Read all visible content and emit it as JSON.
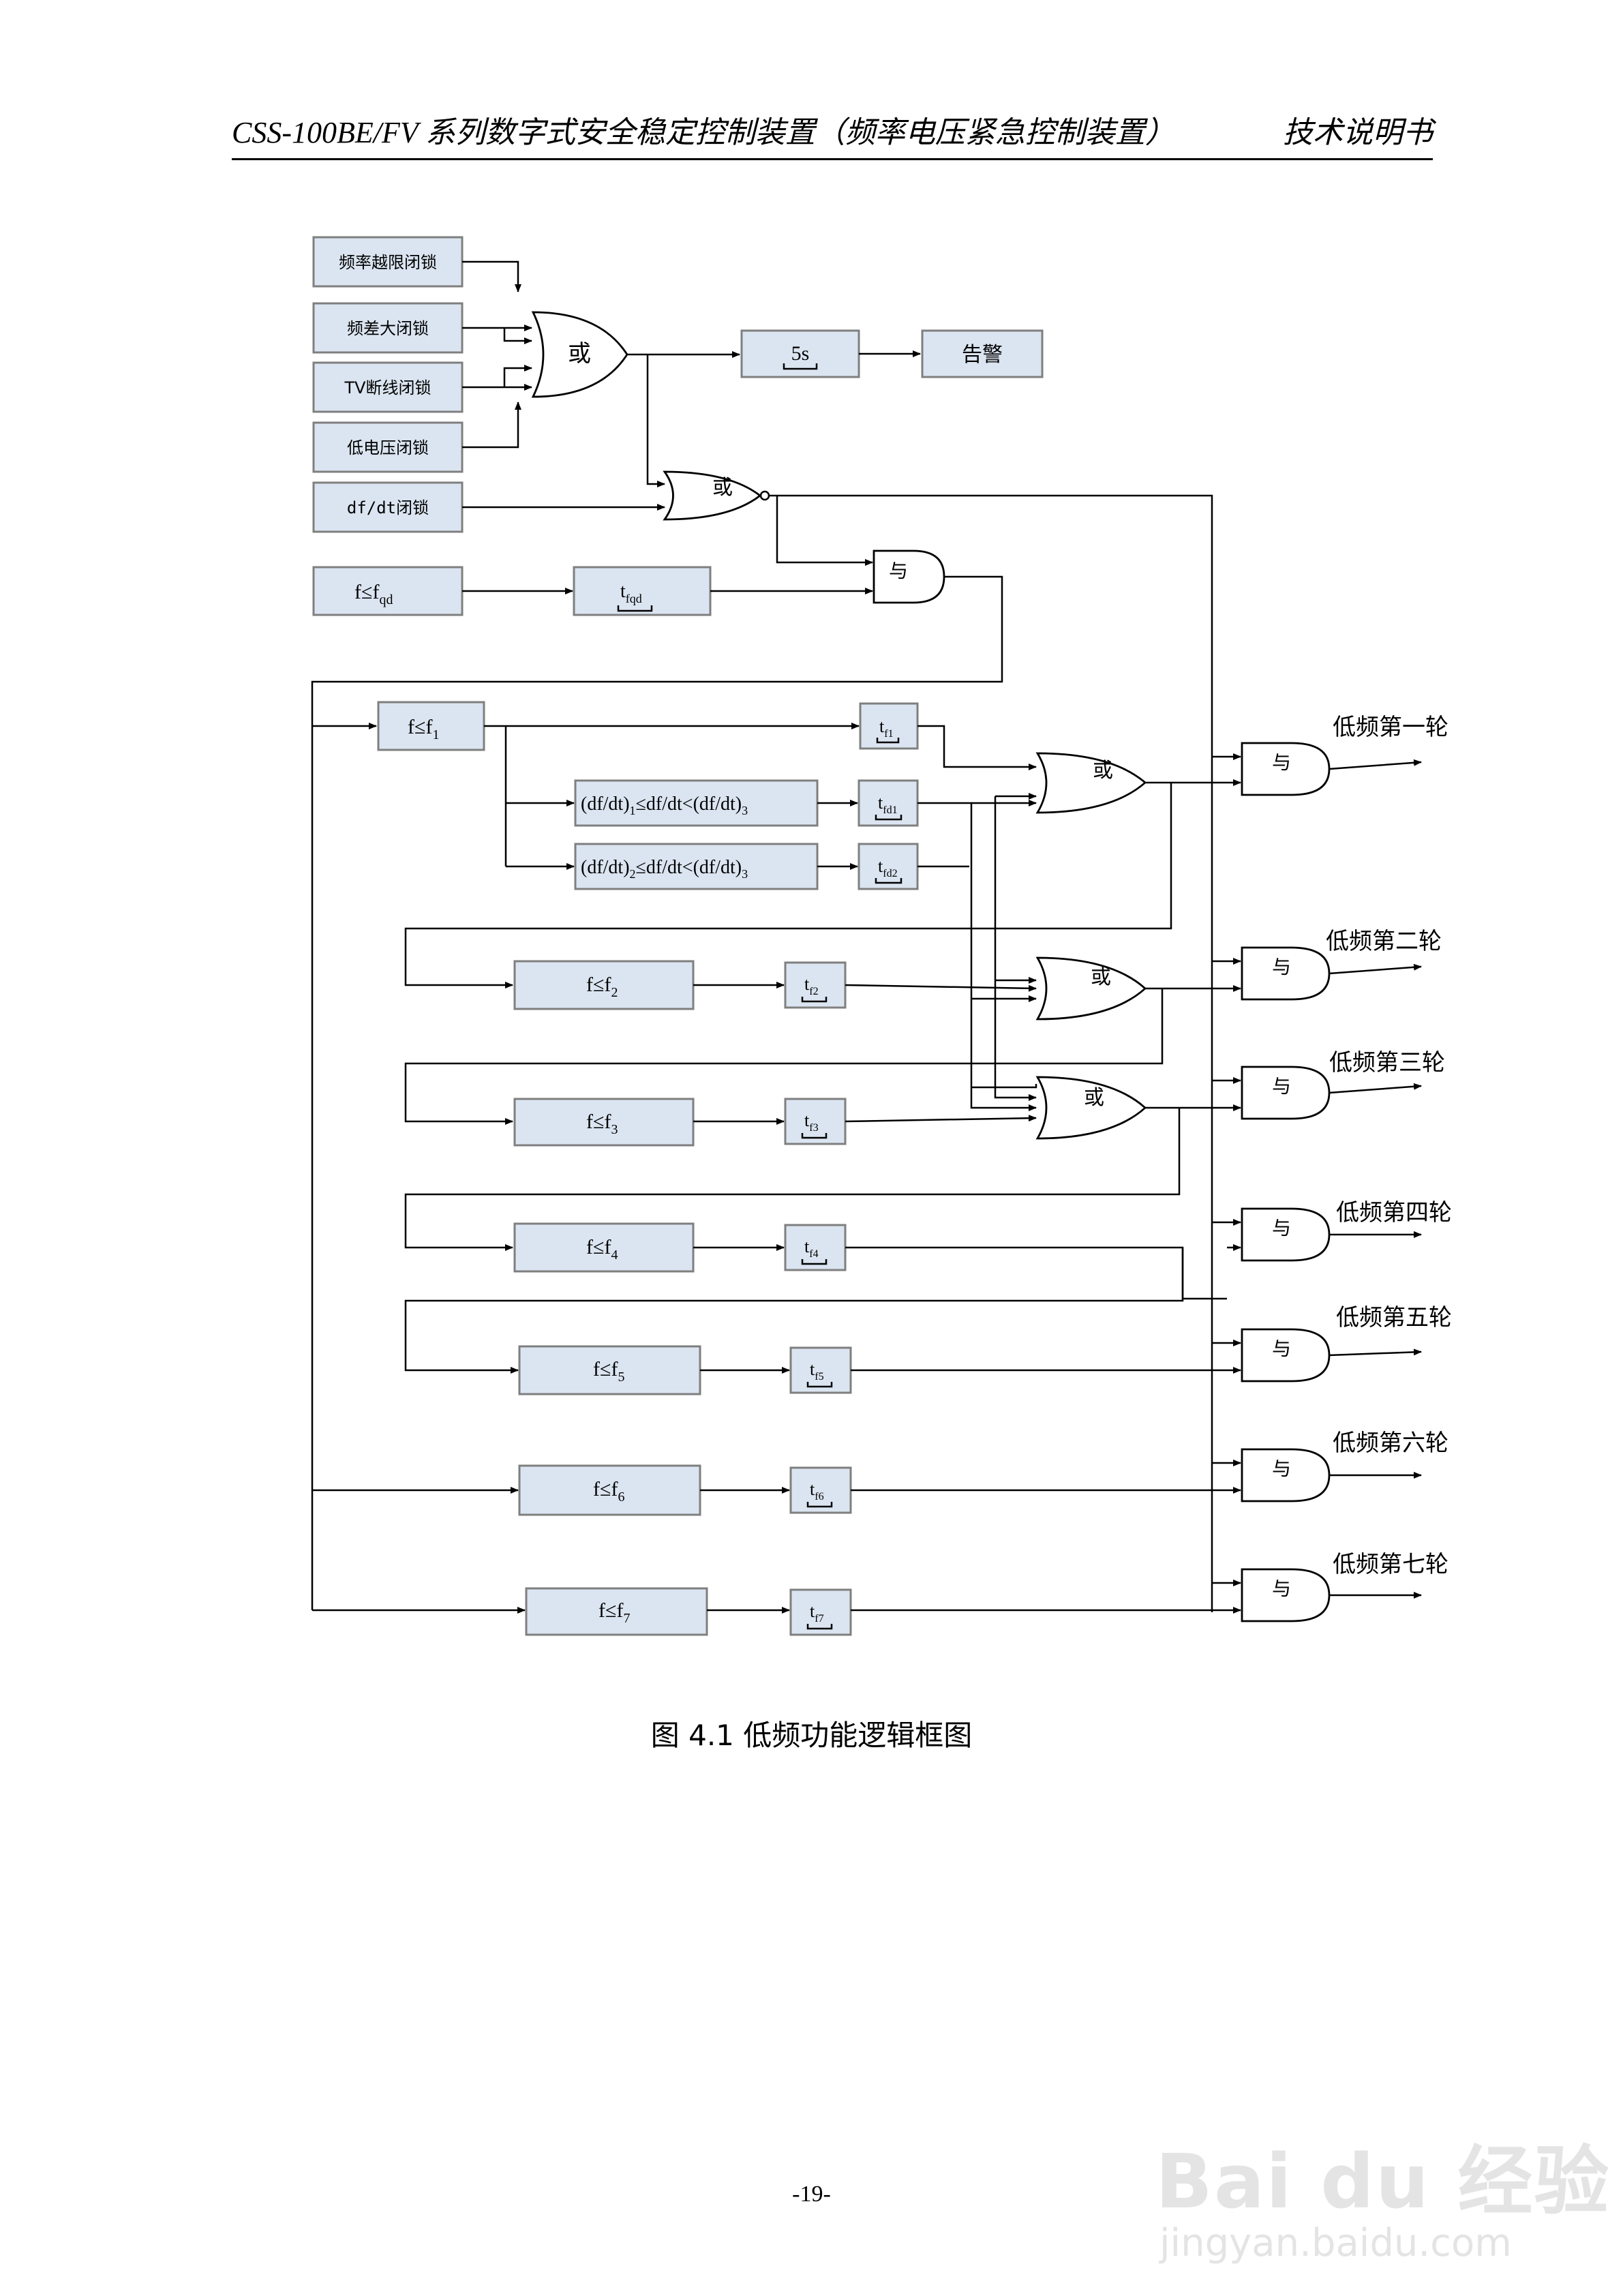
{
  "header": {
    "title": "CSS-100BE/FV 系列数字式安全稳定控制装置（频率电压紧急控制装置）",
    "right": "技术说明书"
  },
  "diagram": {
    "blocks": {
      "freq_limit_lock": "频率越限闭锁",
      "freq_diff_lock": "频差大闭锁",
      "tv_break_lock": "TV断线闭锁",
      "low_voltage_lock": "低电压闭锁",
      "dfdt_lock": "df/dt闭锁",
      "f_le_fqd": "f≤f",
      "f_le_fqd_sub": "qd",
      "t_fqd": "t",
      "t_fqd_sub": "fqd",
      "timer_5s": "5s",
      "alarm": "告警",
      "f_le_f1": "f≤f",
      "f_le_f1_sub": "1",
      "t_f1": "t",
      "t_f1_sub": "f1",
      "dfdt_range_1_a": "(df/dt)",
      "dfdt_range_1_sub1": "1",
      "dfdt_range_1_b": "≤df/dt<(df/dt)",
      "dfdt_range_1_sub2": "3",
      "t_fd1": "t",
      "t_fd1_sub": "fd1",
      "dfdt_range_2_a": "(df/dt)",
      "dfdt_range_2_sub1": "2",
      "dfdt_range_2_b": "≤df/dt<(df/dt)",
      "dfdt_range_2_sub2": "3",
      "t_fd2": "t",
      "t_fd2_sub": "fd2",
      "stages": [
        {
          "f": "f≤f",
          "sub": "2",
          "t": "t",
          "tsub": "f2"
        },
        {
          "f": "f≤f",
          "sub": "3",
          "t": "t",
          "tsub": "f3"
        },
        {
          "f": "f≤f",
          "sub": "4",
          "t": "t",
          "tsub": "f4"
        },
        {
          "f": "f≤f",
          "sub": "5",
          "t": "t",
          "tsub": "f5"
        },
        {
          "f": "f≤f",
          "sub": "6",
          "t": "t",
          "tsub": "f6"
        },
        {
          "f": "f≤f",
          "sub": "7",
          "t": "t",
          "tsub": "f7"
        }
      ]
    },
    "gates": {
      "or_label": "或",
      "and_label": "与"
    },
    "outputs": [
      "低频第一轮",
      "低频第二轮",
      "低频第三轮",
      "低频第四轮",
      "低频第五轮",
      "低频第六轮",
      "低频第七轮"
    ]
  },
  "caption": "图 4.1  低频功能逻辑框图",
  "page_number": "-19-",
  "watermark": {
    "logo": "Bai du 经验",
    "url": "jingyan.baidu.com"
  }
}
